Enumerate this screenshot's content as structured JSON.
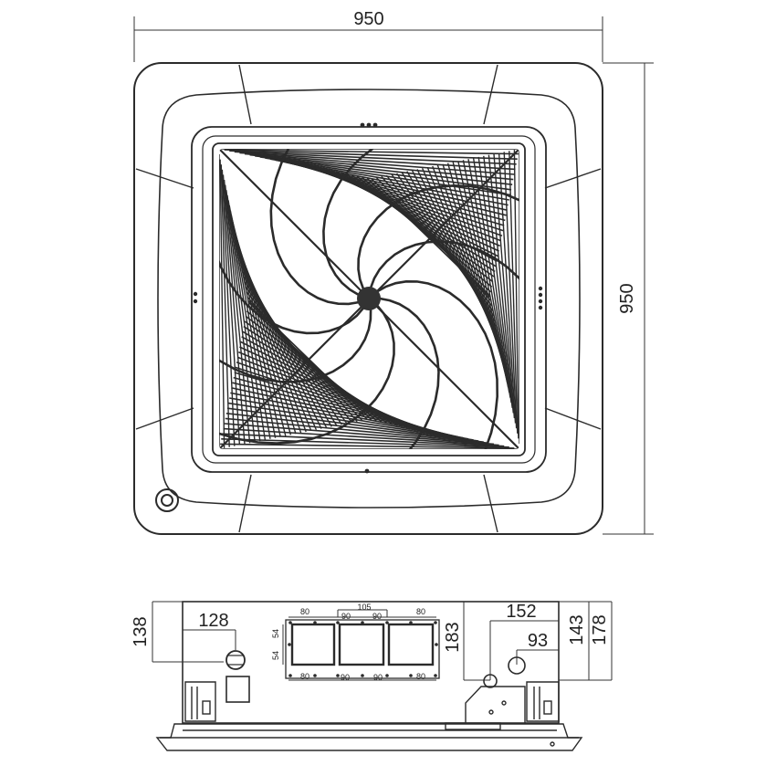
{
  "top_view": {
    "width_label": "950",
    "height_label": "950"
  },
  "side_view": {
    "labels": {
      "d138": "138",
      "d128": "128",
      "d152": "152",
      "d93": "93",
      "d143": "143",
      "d178": "178",
      "d183": "183",
      "d105": "105",
      "d80_tl": "80",
      "d90_tl": "90",
      "d90_tr": "90",
      "d80_tr": "80",
      "d54_a": "54",
      "d54_b": "54",
      "d80_bl": "80",
      "d90_bl": "90",
      "d90_br": "90",
      "d80_br": "80"
    }
  }
}
